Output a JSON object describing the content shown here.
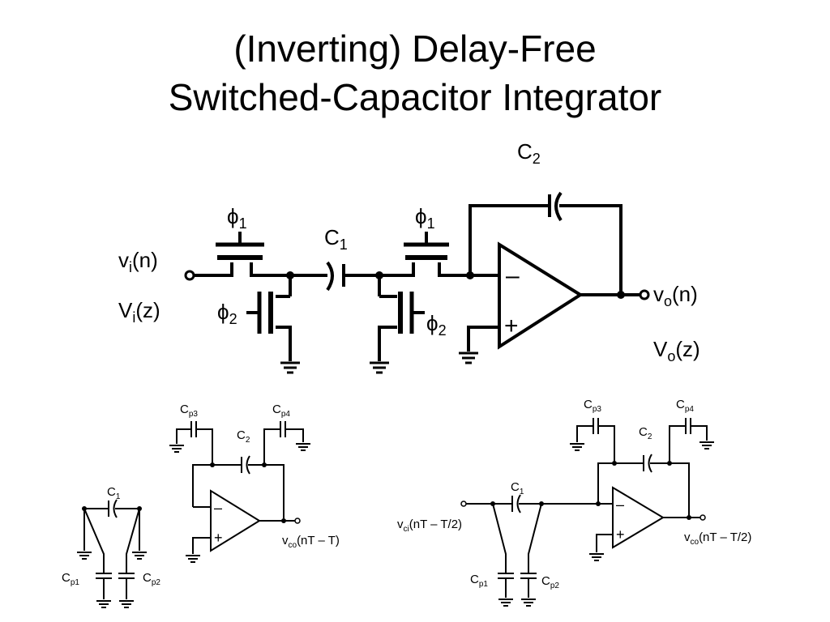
{
  "title": {
    "line1": "(Inverting) Delay-Free",
    "line2": "Switched-Capacitor Integrator"
  },
  "main_circuit": {
    "feedback_cap": {
      "base": "C",
      "sub": "2"
    },
    "input_cap": {
      "base": "C",
      "sub": "1"
    },
    "switch_left_phase": {
      "base": "ϕ",
      "sub": "1"
    },
    "switch_right_phase": {
      "base": "ϕ",
      "sub": "1"
    },
    "shunt_left_phase": {
      "base": "ϕ",
      "sub": "2"
    },
    "shunt_right_phase": {
      "base": "ϕ",
      "sub": "2"
    },
    "input_time": {
      "base": "v",
      "sub": "i",
      "rest": "(n)"
    },
    "input_z": {
      "base": "V",
      "sub": "i",
      "rest": "(z)"
    },
    "output_time": {
      "base": "v",
      "sub": "o",
      "rest": "(n)"
    },
    "output_z": {
      "base": "V",
      "sub": "o",
      "rest": "(z)"
    },
    "opamp_minus": "–",
    "opamp_plus": "+"
  },
  "left_subcircuit": {
    "cp3": {
      "base": "C",
      "sub": "p3"
    },
    "cp4": {
      "base": "C",
      "sub": "p4"
    },
    "c2": {
      "base": "C",
      "sub": "2"
    },
    "c1": {
      "base": "C",
      "sub": "1"
    },
    "cp1": {
      "base": "C",
      "sub": "p1"
    },
    "cp2": {
      "base": "C",
      "sub": "p2"
    },
    "output": {
      "base": "v",
      "sub": "co",
      "rest": "(nT – T)"
    },
    "opamp_minus": "–",
    "opamp_plus": "+"
  },
  "right_subcircuit": {
    "cp3": {
      "base": "C",
      "sub": "p3"
    },
    "cp4": {
      "base": "C",
      "sub": "p4"
    },
    "c2": {
      "base": "C",
      "sub": "2"
    },
    "c1": {
      "base": "C",
      "sub": "1"
    },
    "cp1": {
      "base": "C",
      "sub": "p1"
    },
    "cp2": {
      "base": "C",
      "sub": "p2"
    },
    "input": {
      "base": "v",
      "sub": "ci",
      "rest": "(nT – T/2)"
    },
    "output": {
      "base": "v",
      "sub": "co",
      "rest": "(nT – T/2)"
    },
    "opamp_minus": "–",
    "opamp_plus": "+"
  }
}
